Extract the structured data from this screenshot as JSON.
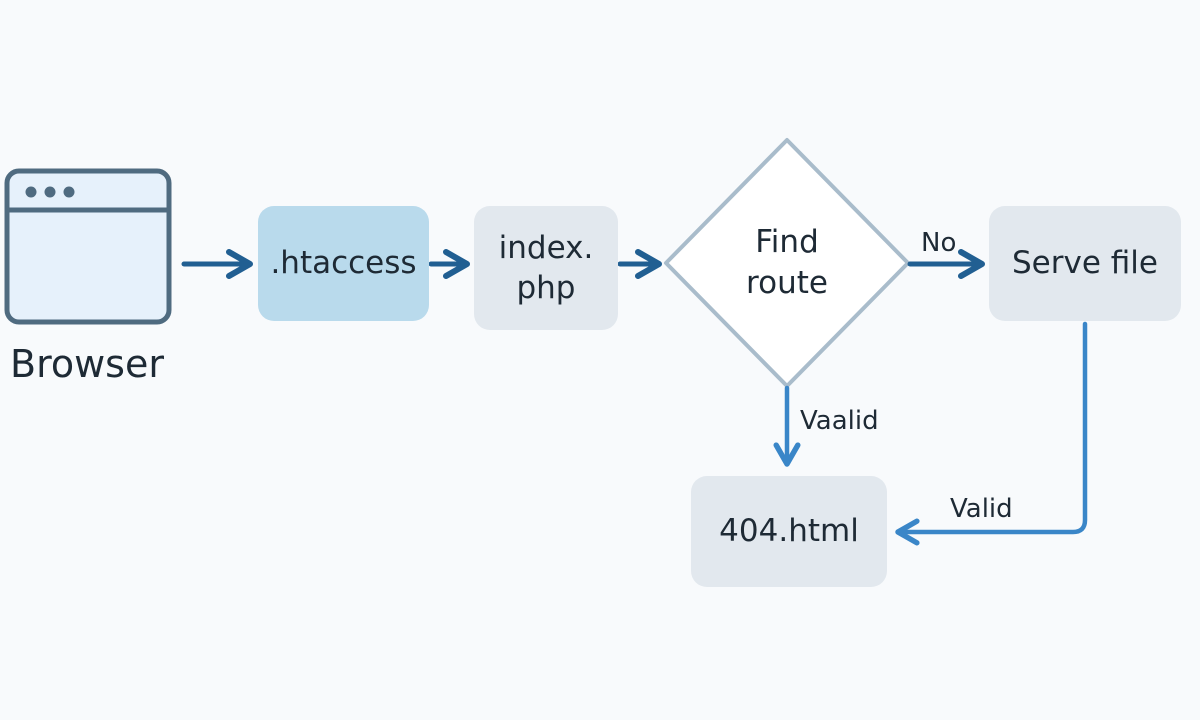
{
  "browser": {
    "label": "Browser"
  },
  "nodes": {
    "htaccess": ".htaccess",
    "index_php": "index. php",
    "find_route": "Find route",
    "serve_file": "Serve file",
    "not_found": "404.html"
  },
  "edges": {
    "no": "No",
    "vaalid": "Vaalid",
    "valid": "Valid"
  },
  "colors": {
    "arrow_dark": "#215f92",
    "arrow_light": "#3a86c8",
    "htaccess_fill": "#b9daec",
    "box_fill": "#e2e8ee",
    "diamond_stroke": "#a9bccb",
    "browser_stroke": "#4f6b80",
    "browser_fill": "#e6f1fb"
  }
}
